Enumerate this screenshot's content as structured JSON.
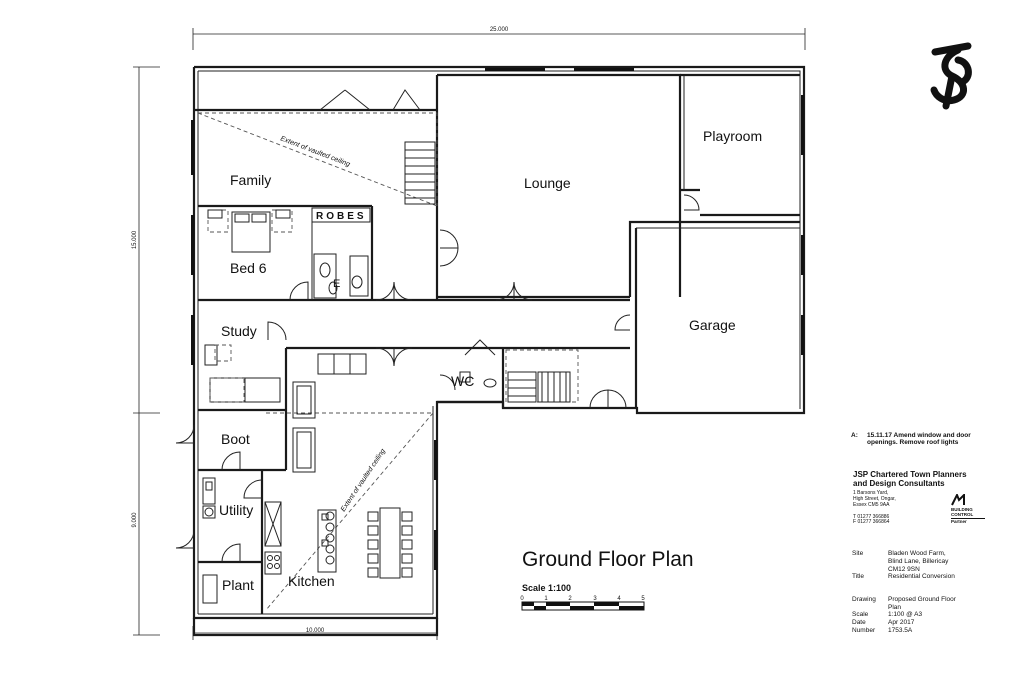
{
  "drawing_title": "Ground Floor Plan",
  "scale_bar": {
    "label": "Scale  1:100",
    "ticks": [
      "0",
      "1",
      "2",
      "3",
      "4",
      "5"
    ]
  },
  "dimensions": {
    "top": "25.000",
    "bottom": "10.000",
    "left_upper": "15.000",
    "left_lower": "9.000"
  },
  "rooms": {
    "family": "Family",
    "bed6": "Bed 6",
    "robes": "ROBES",
    "study": "Study",
    "boot": "Boot",
    "utility": "Utility",
    "plant": "Plant",
    "kitchen": "Kitchen",
    "lounge": "Lounge",
    "playroom": "Playroom",
    "garage": "Garage",
    "wc": "WC",
    "ensuite": "E"
  },
  "annotations": {
    "vault_upper": "Extent of vaulted ceiling",
    "vault_lower": "Extent of vaulted ceiling"
  },
  "logo_text": "JSP",
  "revision": {
    "code": "A:",
    "text": "15.11.17  Amend window and door openings. Remove roof lights"
  },
  "company": {
    "name_line1": "JSP Chartered Town Planners",
    "name_line2": "and Design Consultants",
    "address": [
      "1 Barsons Yard,",
      "High Street, Ongar,",
      "Essex CM5 9AA"
    ],
    "tel": "T 01277 366886",
    "fax": "F 01277 366864",
    "badge": [
      "BUILDING",
      "CONTROL",
      "Partner"
    ]
  },
  "title_block": {
    "site_label": "Site",
    "site_value": [
      "Bladen Wood Farm,",
      "Blind Lane, Billericay",
      "CM12 9SN"
    ],
    "title_label": "Title",
    "title_value": "Residential Conversion",
    "drawing_label": "Drawing",
    "drawing_value": [
      "Proposed Ground Floor",
      "Plan"
    ],
    "scale_label": "Scale",
    "scale_value": "1:100 @ A3",
    "date_label": "Date",
    "date_value": "Apr 2017",
    "number_label": "Number",
    "number_value": "1753.5A"
  }
}
